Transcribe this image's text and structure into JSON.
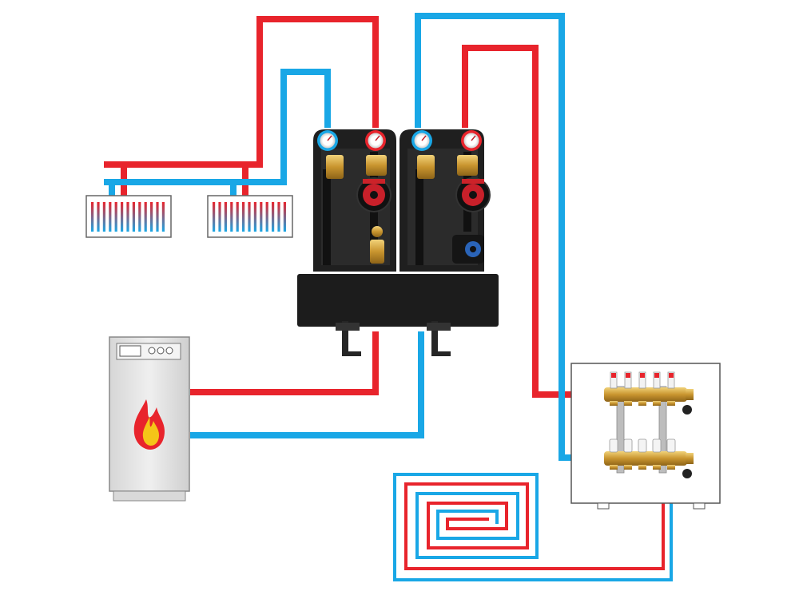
{
  "colors": {
    "hot_pipe": "#e8242c",
    "cold_pipe": "#19a7e6",
    "insulation": "#1b1b1b",
    "brass": "#c8a04a",
    "boiler_body": "#e4e4e4",
    "flame_outer": "#e8242c",
    "flame_inner": "#f5c518"
  },
  "components": {
    "radiators": [
      "radiator-left",
      "radiator-right"
    ],
    "pump_group": [
      "mixing-station-radiators",
      "mixing-station-floor-heating"
    ],
    "boiler": "boiler",
    "manifold": "underfloor-manifold",
    "floor_loop": "underfloor-heating-loop"
  },
  "gauges": {
    "count": 4,
    "colors": [
      "#19a7e6",
      "#e8242c",
      "#19a7e6",
      "#e8242c"
    ]
  },
  "boiler_panel": {
    "buttons": 3
  },
  "manifold_outlets": 5
}
